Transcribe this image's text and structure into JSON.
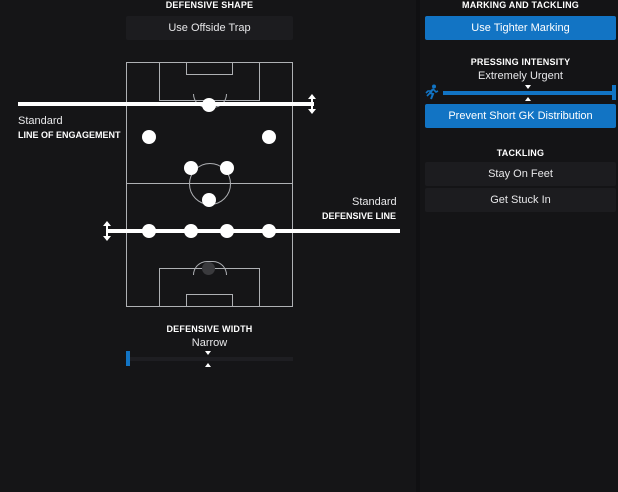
{
  "defensive_shape": {
    "title": "DEFENSIVE SHAPE",
    "offside_trap_label": "Use Offside Trap"
  },
  "line_of_engagement": {
    "value": "Standard",
    "label": "LINE OF ENGAGEMENT"
  },
  "defensive_line": {
    "value": "Standard",
    "label": "DEFENSIVE LINE"
  },
  "defensive_width": {
    "title": "DEFENSIVE WIDTH",
    "value": "Narrow",
    "level": 0.0
  },
  "marking_tackling": {
    "title": "MARKING AND TACKLING",
    "marking_label": "Use Tighter Marking"
  },
  "pressing_intensity": {
    "title": "PRESSING INTENSITY",
    "value": "Extremely Urgent",
    "level": 1.0,
    "gk_distribution_label": "Prevent Short GK Distribution"
  },
  "tackling": {
    "title": "TACKLING",
    "options": [
      "Stay On Feet",
      "Get Stuck In"
    ]
  },
  "colors": {
    "accent": "#1274c4",
    "background": "#141416",
    "button": "#1c1c1f"
  },
  "icons": {
    "pressing": "running-player-icon",
    "line_adjust": "vertical-double-arrow-icon"
  }
}
